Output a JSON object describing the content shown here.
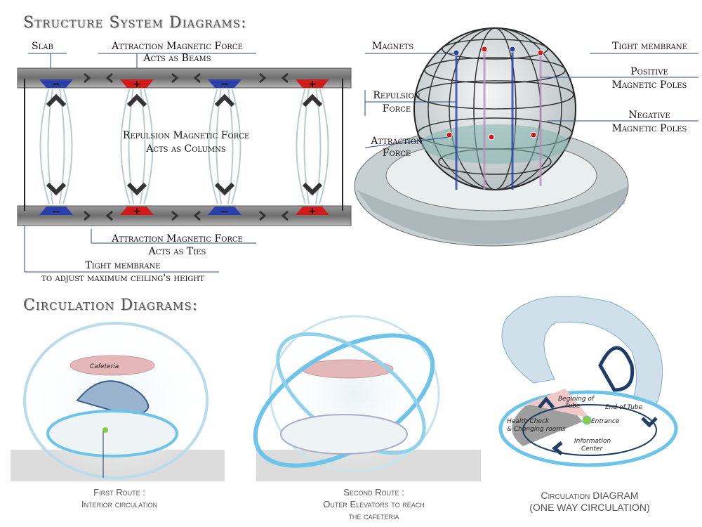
{
  "titles": {
    "structure": "Structure System Diagrams:",
    "circulation": "Circulation Diagrams:"
  },
  "structure_diagram": {
    "slab": "Slab",
    "beams": [
      "Attraction Magnetic Force",
      "Acts as Beams"
    ],
    "columns": [
      "Repulsion Magnetic Force",
      "Acts as Columns"
    ],
    "ties": [
      "Attraction Magnetic Force",
      "Acts as Ties"
    ],
    "membrane": [
      "Tight membrane",
      "to adjust maximum ceiling's height"
    ],
    "top_poles": [
      "−",
      "+",
      "−",
      "+"
    ],
    "bottom_poles": [
      "−",
      "+",
      "−",
      "+"
    ]
  },
  "sphere_diagram": {
    "magnets": "Magnets",
    "repulsion": [
      "Repulsion",
      "Force"
    ],
    "attraction": [
      "Attraction",
      "Force"
    ],
    "membrane": "Tight membrane",
    "positive": [
      "Positive",
      "Magnetic Poles"
    ],
    "negative": [
      "Negative",
      "Magnetic Poles"
    ]
  },
  "circulation": {
    "plan_labels": {
      "cafeteria": "Cafeteria",
      "begin": [
        "Begining of",
        "Tube"
      ],
      "end": "End of Tube",
      "health": [
        "Health Check",
        "& Changing rooms"
      ],
      "entrance": "Entrance",
      "info": [
        "Information",
        "Center"
      ]
    },
    "captions": {
      "first": [
        "First Route :",
        "Interior circulation"
      ],
      "second": [
        "Second Route :",
        "Outer Elevators to reach",
        "the cafeteria"
      ],
      "third": [
        "Circulation DIAGRAM",
        "(ONE WAY CIRCULATION)"
      ]
    }
  },
  "colors": {
    "positive": "#d11a1a",
    "negative": "#2a3fa8",
    "blue_ring": "#6cc4ea",
    "arrow": "#1d3e66"
  }
}
